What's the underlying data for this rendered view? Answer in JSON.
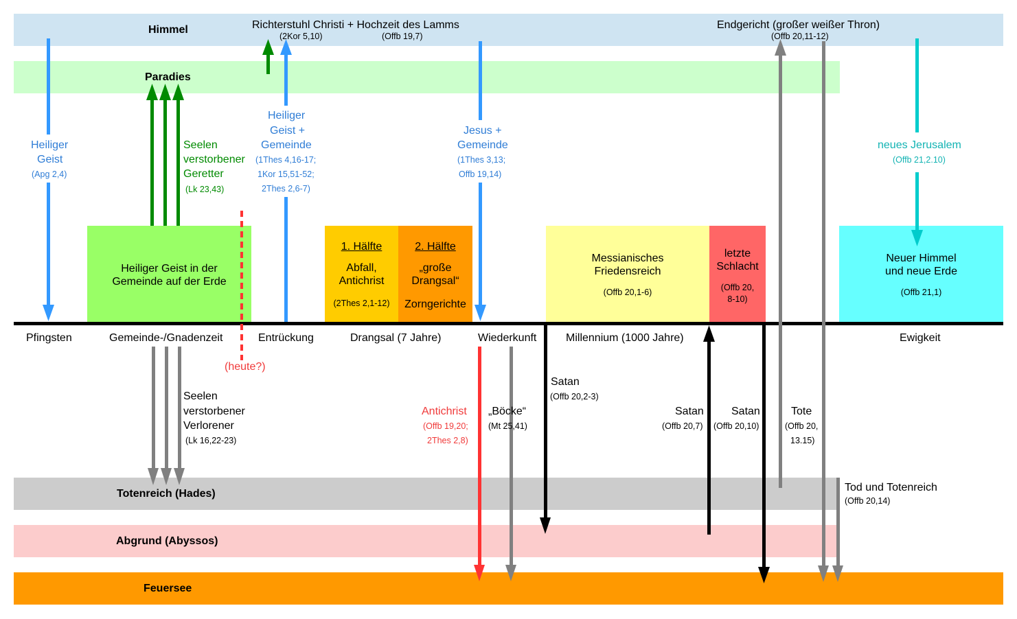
{
  "title": "Endzeit-Zeitleiste",
  "colors": {
    "himmel": "#cfe4f2",
    "paradies": "#ccffcc",
    "totenreich": "#cccccc",
    "abgrund": "#fccccc",
    "feuersee": "#ff9900",
    "gemeinde_box": "#99ff66",
    "haelfte1": "#ffcc00",
    "haelfte2": "#ff9900",
    "millennium_box": "#ffff99",
    "schlacht_box": "#ff6666",
    "ewigkeit_box": "#66ffff",
    "blue_arrow": "#3399ff",
    "green_arrow": "#008a00",
    "grey_arrow": "#808080",
    "red_arrow": "#ff3333",
    "cyan_arrow": "#00cccc",
    "black_arrow": "#000000"
  },
  "realms": {
    "himmel": "Himmel",
    "paradies": "Paradies",
    "totenreich": "Totenreich (Hades)",
    "abgrund": "Abgrund (Abyssos)",
    "feuersee": "Feuersee"
  },
  "heaven_events": {
    "richterstuhl": {
      "label": "Richterstuhl Christi + Hochzeit des Lamms",
      "ref1": "(2Kor 5,10)",
      "ref2": "(Offb 19,7)"
    },
    "endgericht": {
      "label": "Endgericht (großer weißer Thron)",
      "ref": "(Offb 20,11-12)"
    }
  },
  "timeline_labels": [
    "Pfingsten",
    "Gemeinde-/Gnadenzeit",
    "Entrückung",
    "Drangsal (7 Jahre)",
    "Wiederkunft",
    "Millennium (1000 Jahre)",
    "Ewigkeit"
  ],
  "today_marker": "(heute?)",
  "boxes": {
    "gemeinde": {
      "line1": "Heiliger Geist in der",
      "line2": "Gemeinde auf der Erde"
    },
    "haelfte1": {
      "title": "1. Hälfte",
      "line1": "Abfall,",
      "line2": "Antichrist",
      "ref": "(2Thes 2,1-12)"
    },
    "haelfte2": {
      "title": "2. Hälfte",
      "line1": "„große",
      "line2": "Drangsal“",
      "line3": "Zorngerichte"
    },
    "millennium": {
      "line1": "Messianisches",
      "line2": "Friedensreich",
      "ref": "(Offb 20,1-6)"
    },
    "schlacht": {
      "line1": "letzte",
      "line2": "Schlacht",
      "ref1": "(Offb 20,",
      "ref2": "8-10)"
    },
    "ewigkeit": {
      "line1": "Neuer Himmel",
      "line2": "und neue Erde",
      "ref": "(Offb 21,1)"
    }
  },
  "annotations": {
    "heiliger_geist": {
      "line1": "Heiliger",
      "line2": "Geist",
      "ref": "(Apg 2,4)"
    },
    "gerettete": {
      "line1": "Seelen",
      "line2": "verstorbener",
      "line3": "Geretter",
      "ref": "(Lk 23,43)"
    },
    "entrueckung": {
      "line1": "Heiliger",
      "line2": "Geist +",
      "line3": "Gemeinde",
      "ref1": "(1Thes 4,16-17;",
      "ref2": "1Kor 15,51-52;",
      "ref3": "2Thes 2,6-7)"
    },
    "wiederkunft": {
      "line1": "Jesus +",
      "line2": "Gemeinde",
      "ref1": "(1Thes 3,13;",
      "ref2": "Offb 19,14)"
    },
    "neues_jerusalem": {
      "line1": "neues Jerusalem",
      "ref": "(Offb 21,2.10)"
    },
    "verlorene": {
      "line1": "Seelen",
      "line2": "verstorbener",
      "line3": "Verlorener",
      "ref": "(Lk 16,22-23)"
    },
    "antichrist": {
      "line1": "Antichrist",
      "ref1": "(Offb 19,20;",
      "ref2": "2Thes 2,8)"
    },
    "boecke": {
      "line1": "„Böcke“",
      "ref": "(Mt 25,41)"
    },
    "satan_1": {
      "line1": "Satan",
      "ref": "(Offb 20,2-3)"
    },
    "satan_2": {
      "line1": "Satan",
      "ref": "(Offb 20,7)"
    },
    "satan_3": {
      "line1": "Satan",
      "ref": "(Offb 20,10)"
    },
    "tote": {
      "line1": "Tote",
      "ref1": "(Offb 20,",
      "ref2": "13.15)"
    },
    "tod_totenreich": {
      "line1": "Tod und Totenreich",
      "ref": "(Offb 20,14)"
    }
  }
}
